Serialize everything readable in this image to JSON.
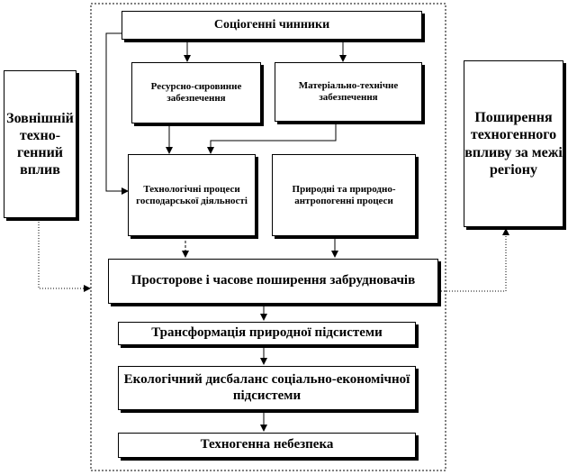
{
  "nodes": {
    "social": "Соціогенні чинники",
    "resource": "Ресурсно-сировинне забезпечення",
    "material": "Матеріально-технічне забезпечення",
    "techproc": "Технологічні процеси господарської діяльності",
    "natural": "Природні та природно-антропогенні процеси",
    "external": "Зовнішній техно-генний вплив",
    "spread_out": "Поширення техногенного впливу за межі регіону",
    "pollution": "Просторове і часове поширення забрудновачів",
    "transform": "Трансформація природної підсистеми",
    "imbalance": "Екологічний дисбаланс соціально-економічної підсистеми",
    "hazard": "Техногенна небезпека"
  }
}
